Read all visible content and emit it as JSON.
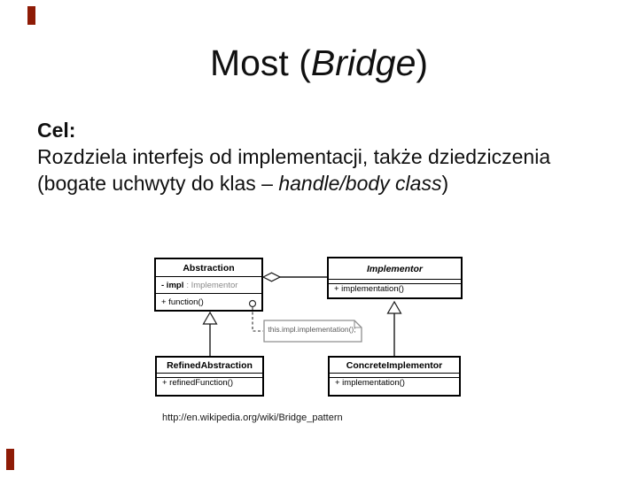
{
  "slide": {
    "title_prefix": "Most (",
    "title_italic": "Bridge",
    "title_suffix": ")",
    "heading": "Cel:",
    "body_line1": "Rozdziela interfejs od implementacji, także dziedziczenia",
    "body_line2_prefix": "(bogate uchwyty do klas – ",
    "body_line2_italic": "handle/body class",
    "body_line2_suffix": ")",
    "source_url": "http://en.wikipedia.org/wiki/Bridge_pattern",
    "accent_color": "#8e1b06"
  },
  "diagram": {
    "abstraction": {
      "title": "Abstraction",
      "attr_name": "- impl",
      "attr_type": ": Implementor",
      "method": "+ function()"
    },
    "implementor": {
      "title": "Implementor",
      "method": "+ implementation()"
    },
    "refined_abstraction": {
      "title": "RefinedAbstraction",
      "method": "+ refinedFunction()"
    },
    "concrete_implementor": {
      "title": "ConcreteImplementor",
      "method": "+ implementation()"
    },
    "note_text": "this.impl.implementation();"
  }
}
